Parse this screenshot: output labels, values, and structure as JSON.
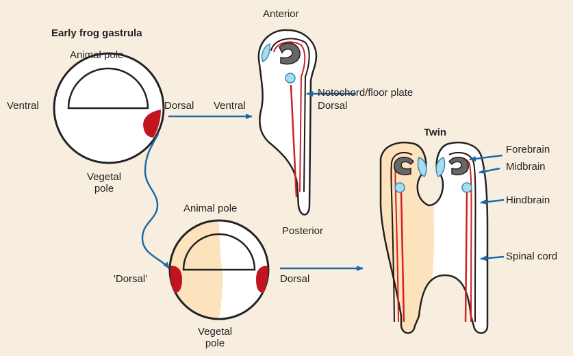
{
  "labels": {
    "gastrula_title": "Early frog gastrula",
    "animal_pole_1": "Animal pole",
    "ventral_1": "Ventral",
    "dorsal_1": "Dorsal",
    "vegetal_pole_1": "Vegetal\npole",
    "ventral_2": "Ventral",
    "anterior": "Anterior",
    "notochord": "Notochord/floor plate",
    "dorsal_2": "Dorsal",
    "posterior": "Posterior",
    "animal_pole_2": "Animal pole",
    "dorsal_quote": "'Dorsal'",
    "dorsal_3": "Dorsal",
    "vegetal_pole_2": "Vegetal\npole",
    "twin": "Twin",
    "forebrain": "Forebrain",
    "midbrain": "Midbrain",
    "hindbrain": "Hindbrain",
    "spinal_cord": "Spinal cord"
  },
  "colors": {
    "background": "#f8eee0",
    "organizer": "#c0141e",
    "arrow": "#1b6aa8",
    "notochord_line": "#d22020",
    "neural_tube": "#2a1414",
    "eye": "#a9dcef",
    "brain": "#666666",
    "secondary_tissue": "#fde3bd"
  }
}
